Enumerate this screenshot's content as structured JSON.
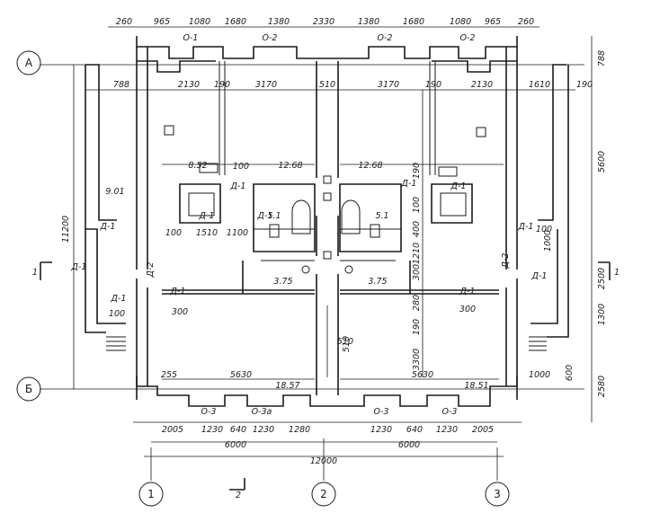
{
  "grid_axes": {
    "rows": [
      "А",
      "Б"
    ],
    "columns": [
      "1",
      "2",
      "3"
    ]
  },
  "section_marks": {
    "left": "1",
    "right": "1",
    "bottom": "2"
  },
  "top_chain_1": [
    "260",
    "965",
    "1080",
    "1680",
    "1380",
    "2330",
    "1380",
    "1680",
    "1080",
    "965",
    "260"
  ],
  "window_marks_top": [
    "О-1",
    "О-2",
    "О-2",
    "О-2"
  ],
  "top_chain_2": [
    "788",
    "2130",
    "190",
    "3170",
    "510",
    "3170",
    "190",
    "2130",
    "1610",
    "190"
  ],
  "bottom_chain_1": [
    "2005",
    "1230",
    "640",
    "1230",
    "1280",
    "1230",
    "640",
    "1230",
    "2005"
  ],
  "window_marks_bottom": [
    "О-3",
    "О-3а",
    "О-3",
    "О-3"
  ],
  "bottom_chain_2": [
    "6000",
    "6000"
  ],
  "bottom_total": "12000",
  "left_overall": "11200",
  "right_dims": [
    "788",
    "5600",
    "2500",
    "1300",
    "2580"
  ],
  "right_small_dims": [
    "600",
    "1000"
  ],
  "room_areas": [
    "8.52",
    "9.01",
    "12.68",
    "12.68",
    "5.1",
    "5.1",
    "3.75",
    "3.75",
    "18.57",
    "18.51"
  ],
  "door_marks": [
    "Д-1",
    "Д-1",
    "Д-1",
    "Д-1",
    "Д-1",
    "Д-1",
    "Д-1",
    "Д-1",
    "Д-1",
    "Д-1",
    "Д-1",
    "Д-1"
  ],
  "door_marks_2": [
    "Д-2",
    "Д-2"
  ],
  "interior_dims": [
    "100",
    "100",
    "1510",
    "1100",
    "100",
    "300",
    "255",
    "5630",
    "510",
    "5630",
    "300",
    "100"
  ],
  "vertical_interior_dims": [
    "1000",
    "190",
    "100",
    "400",
    "1210",
    "300",
    "280",
    "190",
    "3300",
    "510"
  ],
  "colors": {
    "ink": "#1a1a1a",
    "paper": "#ffffff"
  }
}
